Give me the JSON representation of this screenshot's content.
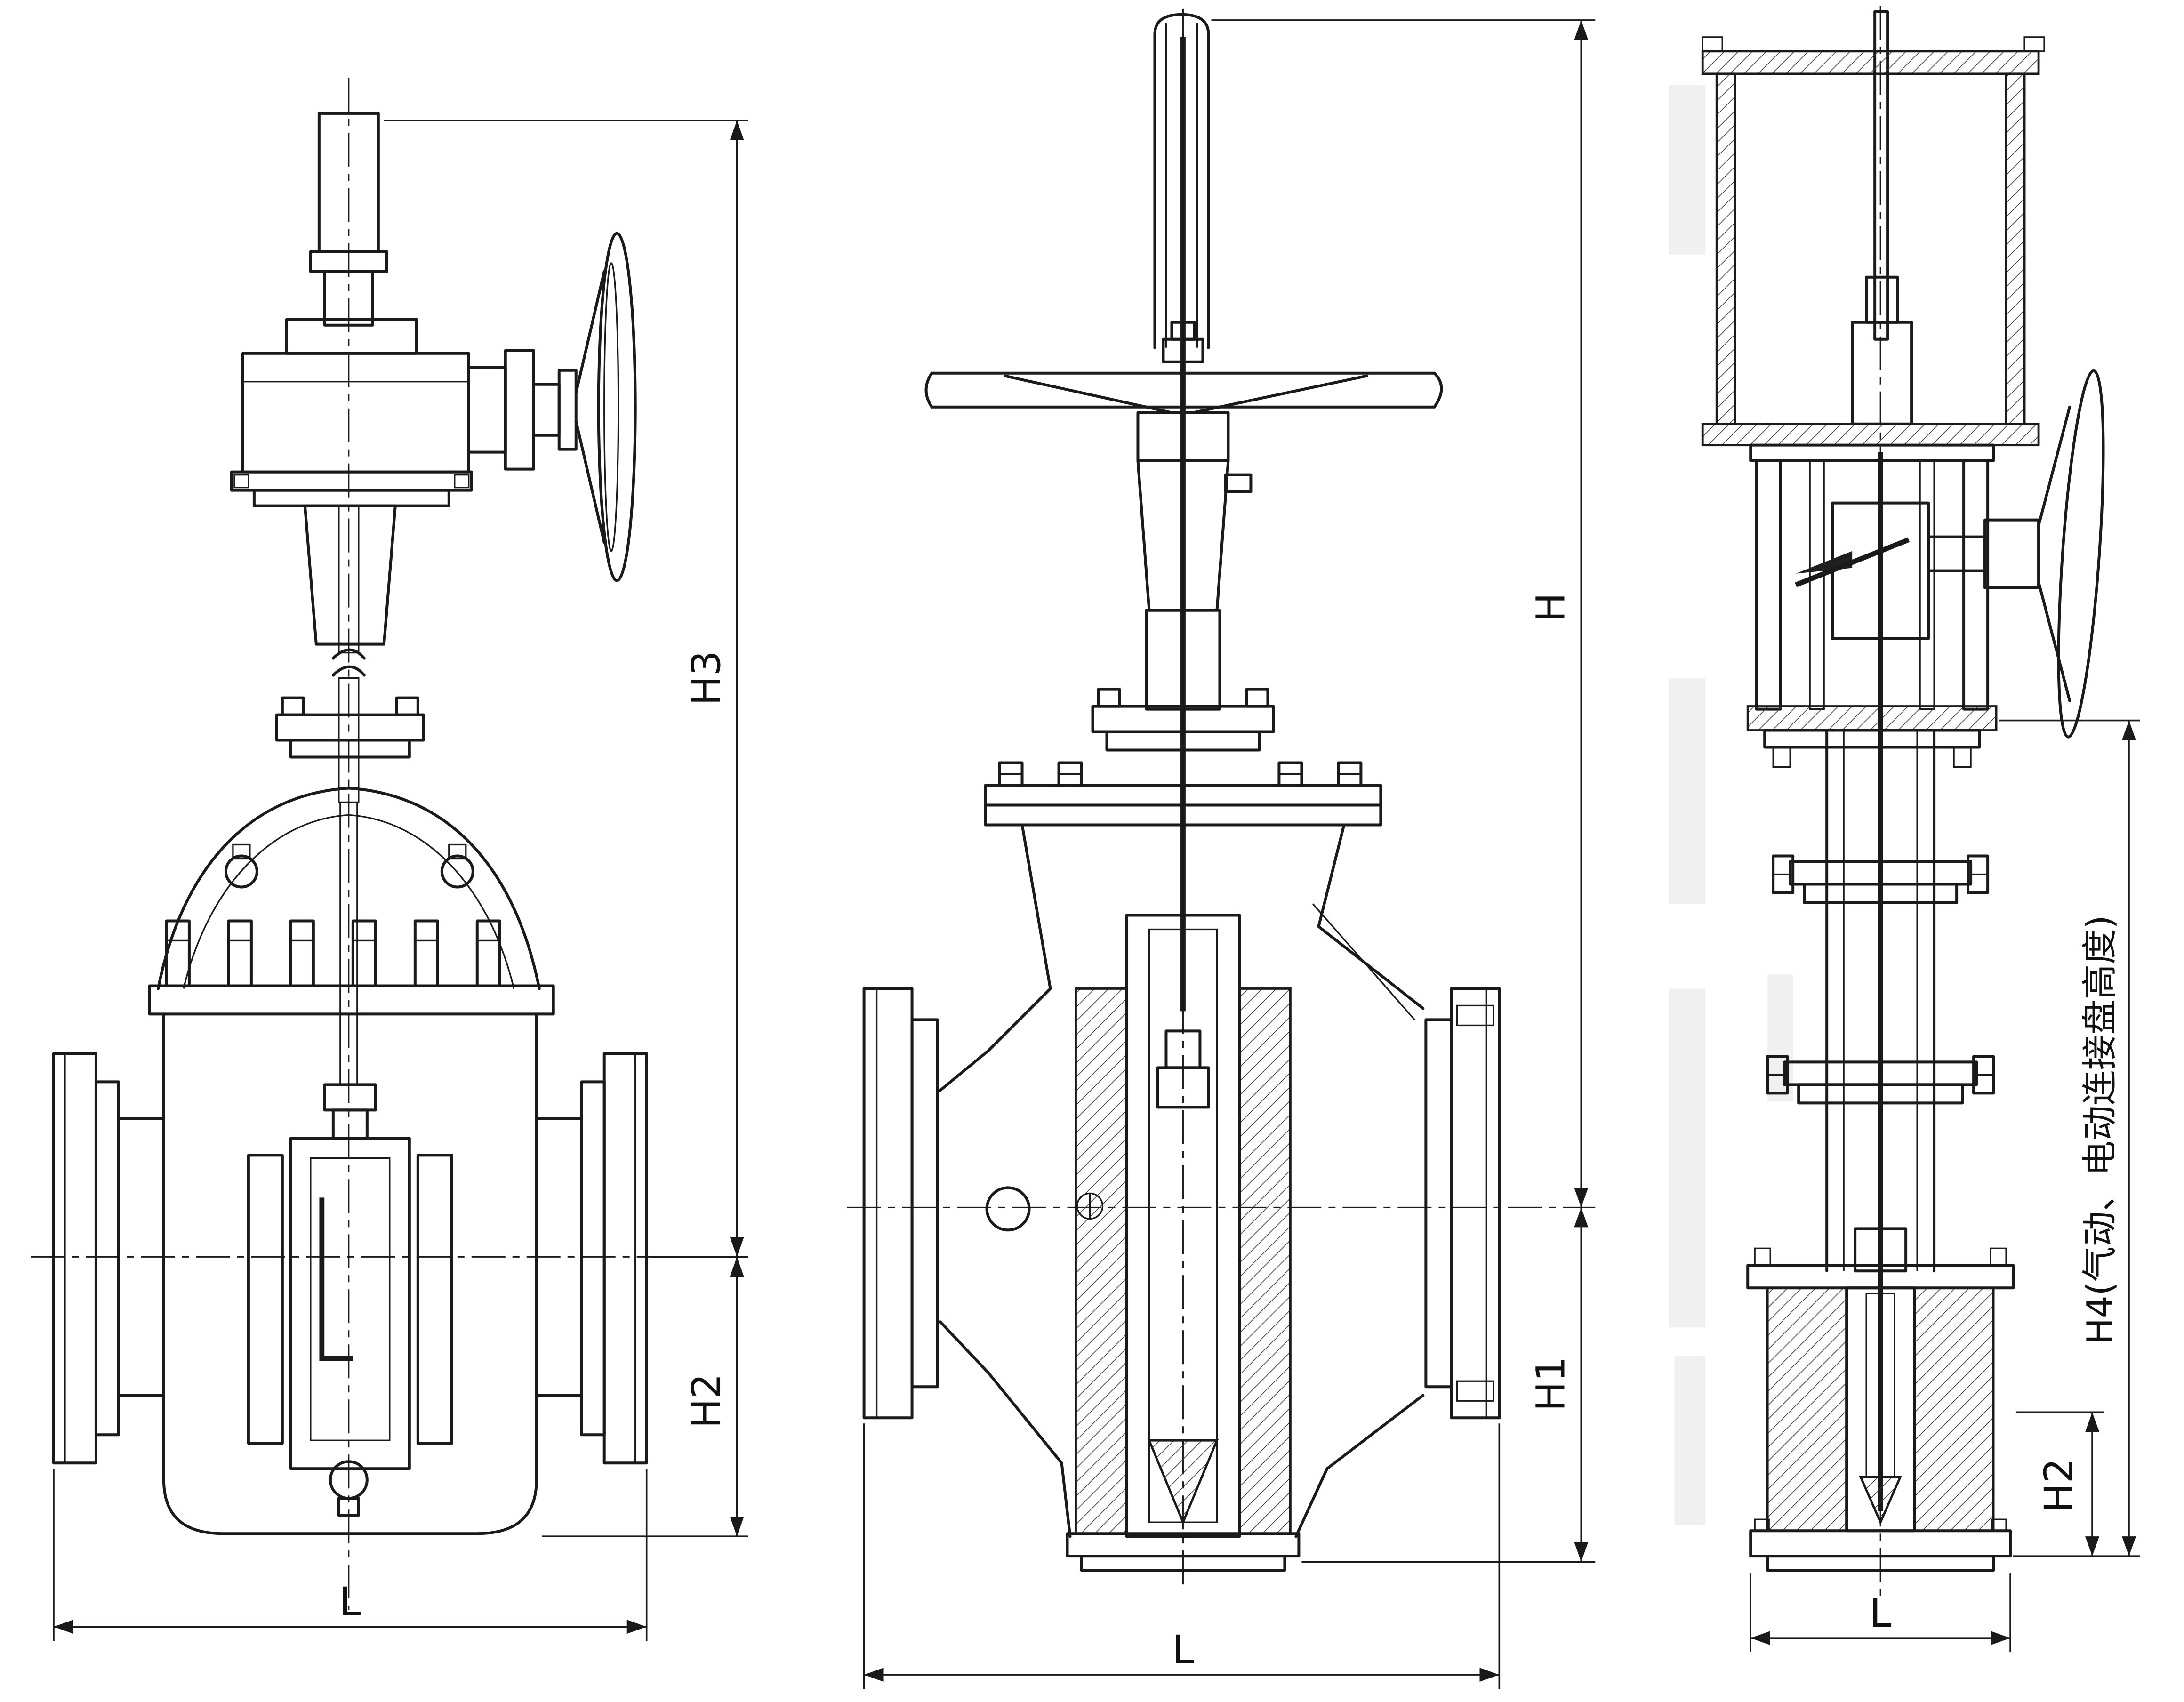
{
  "colors": {
    "line": "#1a1a1a",
    "background": "#ffffff"
  },
  "dimensions": {
    "view1": {
      "h3": "H3",
      "h2": "H2",
      "length": "L"
    },
    "view2": {
      "h": "H",
      "h1": "H1",
      "length": "L"
    },
    "view3": {
      "h4": "H4(气动、电动连接盘高度)",
      "h2": "H2",
      "length": "L"
    }
  }
}
